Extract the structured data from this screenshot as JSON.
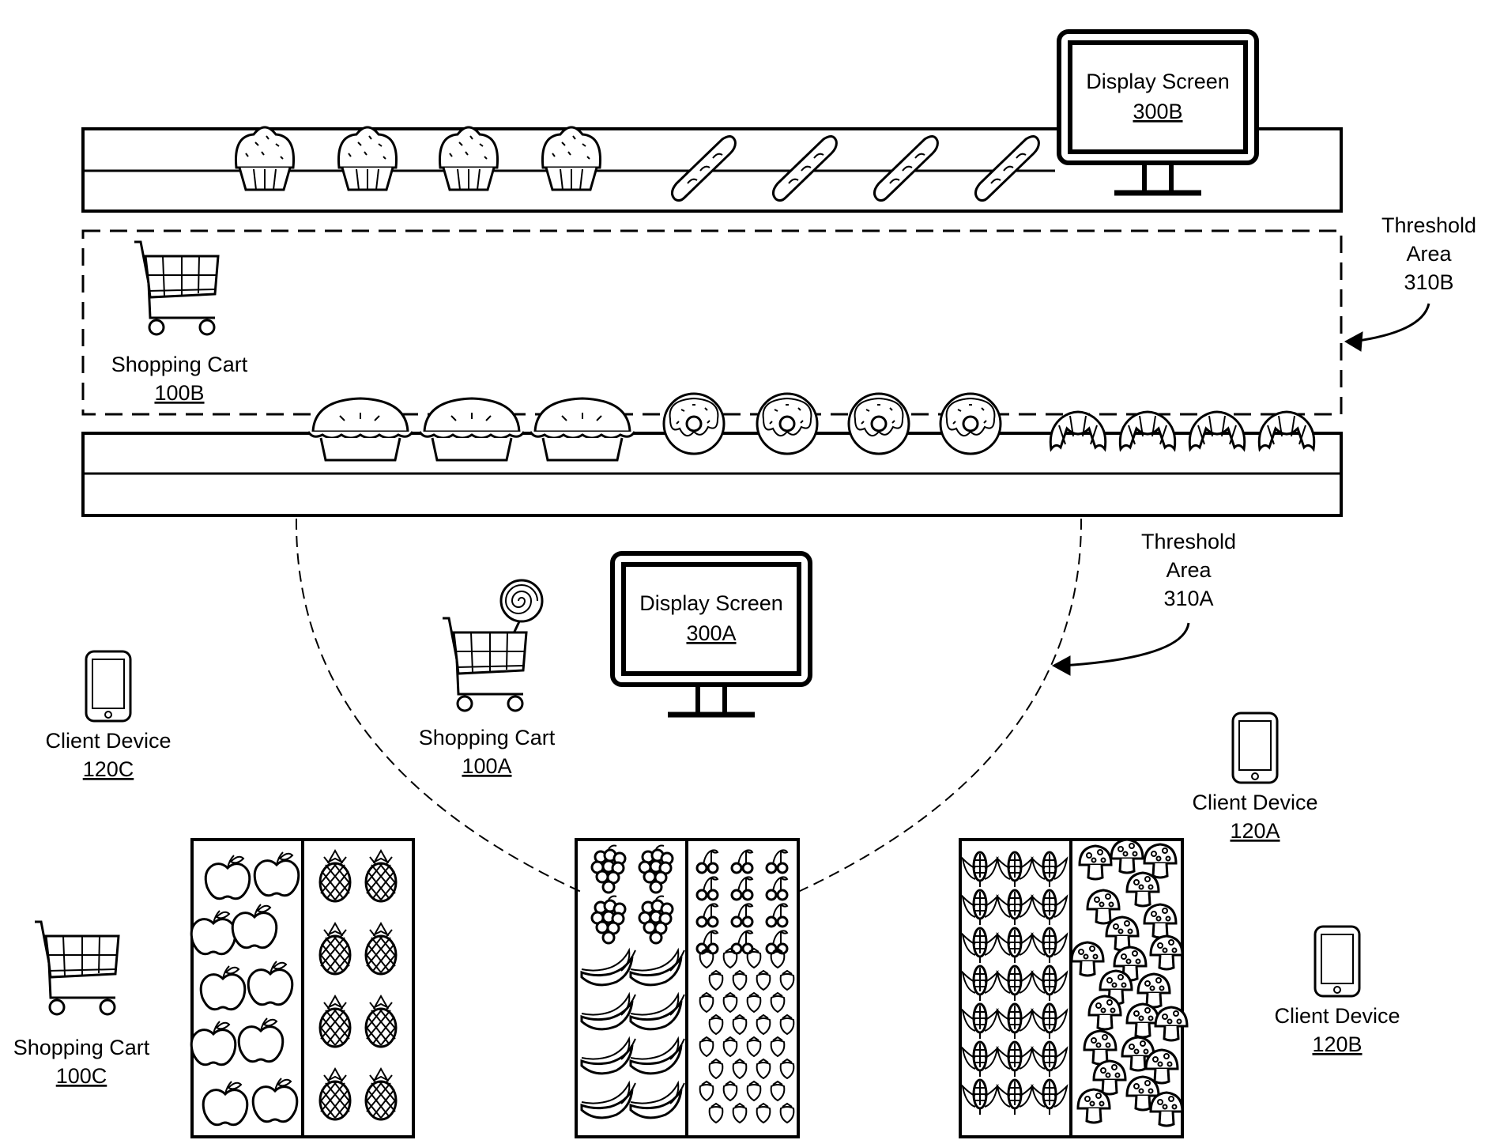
{
  "labels": {
    "display_b_name": "Display Screen",
    "display_b_ref": "300B",
    "display_a_name": "Display Screen",
    "display_a_ref": "300A",
    "threshold_b_line1": "Threshold",
    "threshold_b_line2": "Area",
    "threshold_b_ref": "310B",
    "threshold_a_line1": "Threshold",
    "threshold_a_line2": "Area",
    "threshold_a_ref": "310A",
    "cart_b_name": "Shopping Cart",
    "cart_b_ref": "100B",
    "cart_a_name": "Shopping Cart",
    "cart_a_ref": "100A",
    "cart_c_name": "Shopping Cart",
    "cart_c_ref": "100C",
    "client_c_name": "Client Device",
    "client_c_ref": "120C",
    "client_a_name": "Client Device",
    "client_a_ref": "120A",
    "client_b_name": "Client Device",
    "client_b_ref": "120B"
  },
  "icons": {
    "top_shelf": [
      "muffin-icon",
      "muffin-icon",
      "muffin-icon",
      "muffin-icon",
      "baguette-icon",
      "baguette-icon",
      "baguette-icon",
      "baguette-icon"
    ],
    "bottom_shelf": [
      "pie-icon",
      "pie-icon",
      "pie-icon",
      "donut-icon",
      "donut-icon",
      "donut-icon",
      "donut-icon",
      "croissant-icon",
      "croissant-icon",
      "croissant-icon",
      "croissant-icon"
    ],
    "bins": [
      [
        "apple-icon",
        "pineapple-icon"
      ],
      [
        "grapes-icon",
        "cherry-icon",
        "banana-icon",
        "strawberry-icon"
      ],
      [
        "corn-icon",
        "mushroom-icon"
      ]
    ]
  }
}
